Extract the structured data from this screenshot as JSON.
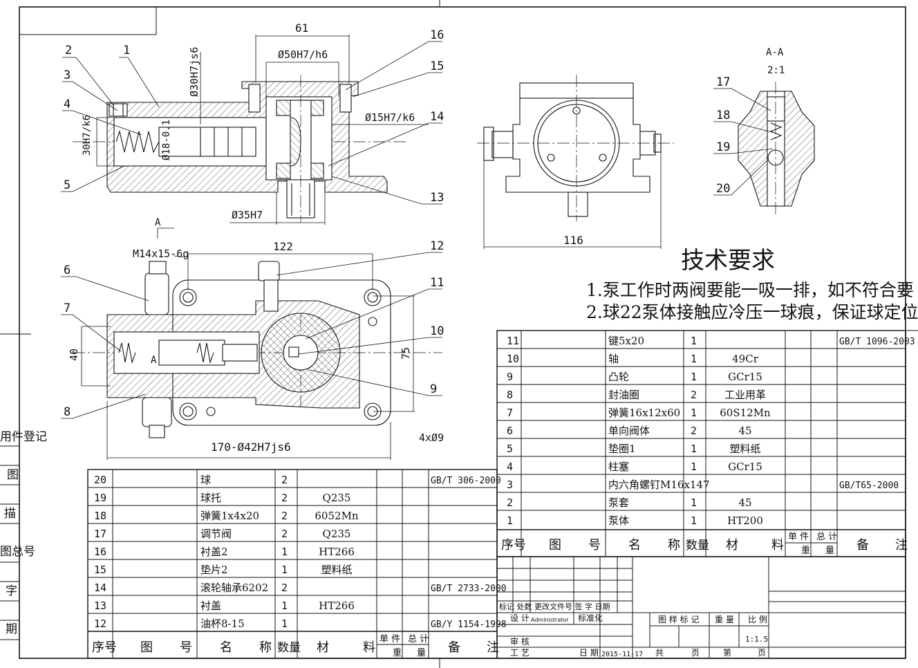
{
  "drawing": {
    "dims": {
      "d61": "61",
      "d50": "Ø50H7/h6",
      "d30js6": "Ø30H7js6",
      "d15": "Ø15H7/k6",
      "d30k6": "30H7/k6",
      "d18": "Ø18-0.1",
      "d35": "Ø35H7",
      "m14": "M14x15-6g",
      "d122": "122",
      "d40": "40",
      "d75": "75",
      "d170": "170-Ø42H7js6",
      "d4x9": "4xØ9",
      "d116": "116"
    },
    "section_labels": {
      "a_marker": "A",
      "a_inner": "A",
      "aa_title": "A-A",
      "aa_scale": "2:1"
    },
    "balloons": [
      "1",
      "2",
      "3",
      "4",
      "5",
      "6",
      "7",
      "8",
      "9",
      "10",
      "11",
      "12",
      "13",
      "14",
      "15",
      "16",
      "17",
      "18",
      "19",
      "20"
    ]
  },
  "tech": {
    "title": "技术要求",
    "line1": "1.泵工作时两阀要能一吸一排，如不符合要",
    "line2": "2.球22泵体接触应冷压一球痕，保证球定位"
  },
  "left_bom": {
    "rows": [
      {
        "no": "20",
        "name": "球",
        "qty": "2",
        "mat": "",
        "std": "GB/T 306-2000"
      },
      {
        "no": "19",
        "name": "球托",
        "qty": "2",
        "mat": "Q235",
        "std": ""
      },
      {
        "no": "18",
        "name": "弹簧1x4x20",
        "qty": "2",
        "mat": "6052Mn",
        "std": ""
      },
      {
        "no": "17",
        "name": "调节阀",
        "qty": "2",
        "mat": "Q235",
        "std": ""
      },
      {
        "no": "16",
        "name": "衬盖2",
        "qty": "1",
        "mat": "HT266",
        "std": ""
      },
      {
        "no": "15",
        "name": "垫片2",
        "qty": "1",
        "mat": "塑料纸",
        "std": ""
      },
      {
        "no": "14",
        "name": "滚轮轴承6202",
        "qty": "2",
        "mat": "",
        "std": "GB/T 2733-2000"
      },
      {
        "no": "13",
        "name": "衬盖",
        "qty": "1",
        "mat": "HT266",
        "std": ""
      },
      {
        "no": "12",
        "name": "油杯8-15",
        "qty": "1",
        "mat": "",
        "std": "GB/Y 1154-1998"
      }
    ],
    "header": {
      "c1": "序号",
      "c2a": "图",
      "c2b": "号",
      "c3a": "名",
      "c3b": "称",
      "c4": "数量",
      "c5a": "材",
      "c5b": "料",
      "c6a": "单 件",
      "c6b": "总 计",
      "c6c": "重",
      "c6d": "量",
      "c7a": "备",
      "c7b": "注"
    }
  },
  "right_bom": {
    "rows": [
      {
        "no": "11",
        "name": "键5x20",
        "qty": "1",
        "mat": "",
        "std": "GB/T 1096-2003"
      },
      {
        "no": "10",
        "name": "轴",
        "qty": "1",
        "mat": "49Cr",
        "std": ""
      },
      {
        "no": "9",
        "name": "凸轮",
        "qty": "1",
        "mat": "GCr15",
        "std": ""
      },
      {
        "no": "8",
        "name": "封油圈",
        "qty": "2",
        "mat": "工业用革",
        "std": ""
      },
      {
        "no": "7",
        "name": "弹簧16x12x60",
        "qty": "1",
        "mat": "60S12Mn",
        "std": ""
      },
      {
        "no": "6",
        "name": "单向阀体",
        "qty": "2",
        "mat": "45",
        "std": ""
      },
      {
        "no": "5",
        "name": "垫圈1",
        "qty": "1",
        "mat": "塑料纸",
        "std": ""
      },
      {
        "no": "4",
        "name": "柱塞",
        "qty": "1",
        "mat": "GCr15",
        "std": ""
      },
      {
        "no": "3",
        "name": "内六角螺钉M16x147",
        "qty": "",
        "mat": "",
        "std": "GB/T65-2000"
      },
      {
        "no": "2",
        "name": "泵套",
        "qty": "1",
        "mat": "45",
        "std": ""
      },
      {
        "no": "1",
        "name": "泵体",
        "qty": "1",
        "mat": "HT200",
        "std": ""
      }
    ],
    "header": {
      "c1": "序号",
      "c2a": "图",
      "c2b": "号",
      "c3a": "名",
      "c3b": "称",
      "c4": "数量",
      "c5a": "材",
      "c5b": "料",
      "c6a": "单 件",
      "c6b": "总 计",
      "c6c": "重",
      "c6d": "量",
      "c7a": "备",
      "c7b": "注"
    }
  },
  "title_block": {
    "r1": "标记 处数   更改文件号  签 字   日期",
    "design": "设 计",
    "designer": "Administrator",
    "std": "标准化",
    "review": "审 核",
    "process": "工 艺",
    "date_lbl": "日 期",
    "date": "2015-11-17",
    "sample": "图 样 标 记",
    "weight": "重 量",
    "ratio": "比 例",
    "scale": "1:1.5",
    "total": "共",
    "page": "页",
    "no": "第",
    "page2": "页"
  },
  "side_labels": [
    "用件登记",
    "图",
    "描",
    "图总号",
    "字",
    "期"
  ]
}
